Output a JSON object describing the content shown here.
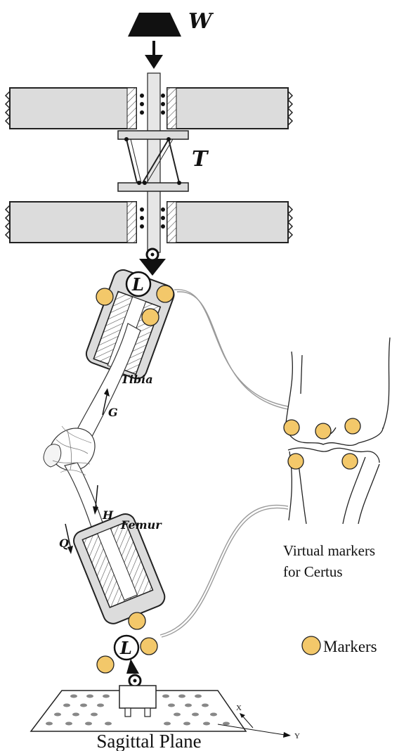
{
  "labels": {
    "load": "W",
    "table": "T",
    "load_cell_top": "L",
    "load_cell_bottom": "L",
    "tibia": "Tibia",
    "femur": "Femur",
    "force_g": "G",
    "force_h": "H",
    "force_q": "Q",
    "virtual_markers_line1": "Virtual markers",
    "virtual_markers_line2": "for Certus",
    "legend_markers": "Markers",
    "axis_x": "X",
    "axis_y": "Y",
    "caption": "Sagittal Plane"
  },
  "colors": {
    "marker_fill": "#f3c86a",
    "frame_fill": "#dcdcdc",
    "outline": "#222222"
  },
  "icons": {
    "load_weight": "weight-icon",
    "marker": "marker-dot-icon"
  }
}
